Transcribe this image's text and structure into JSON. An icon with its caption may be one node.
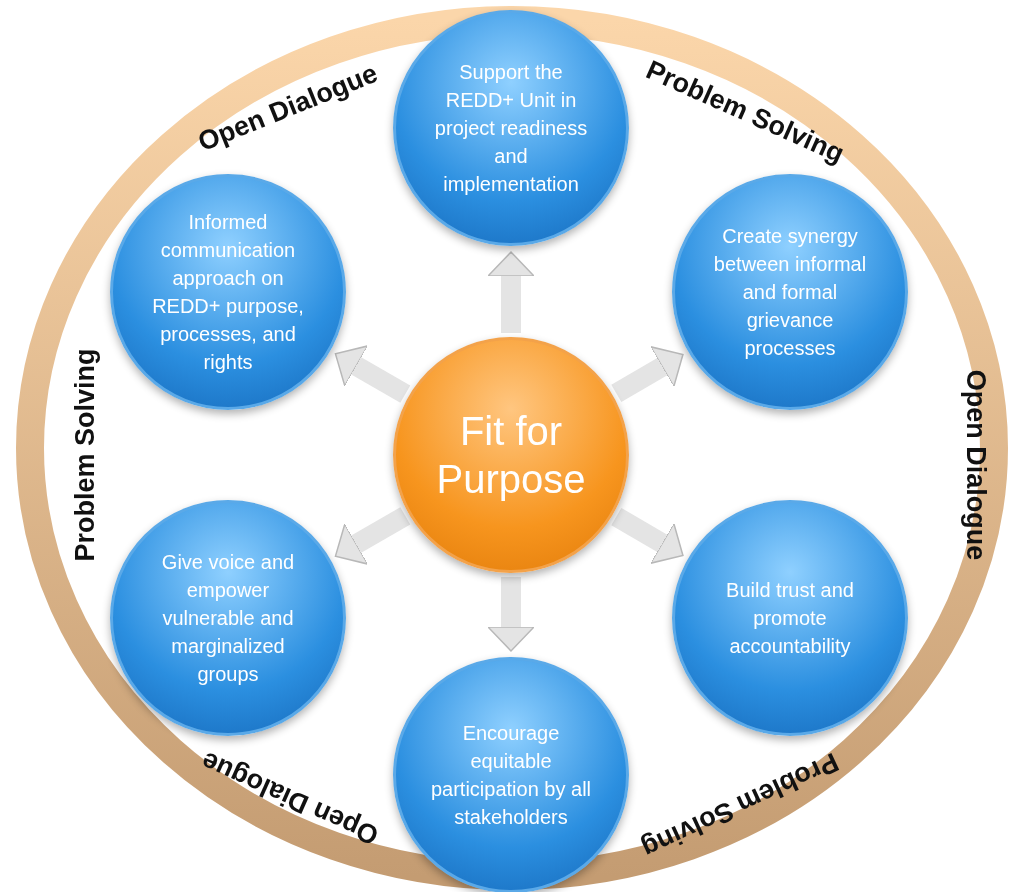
{
  "diagram": {
    "nodes": [
      {
        "text": [
          "Fit for Purpose"
        ]
      },
      {
        "text": [
          "Support the REDD+ Unit in project readiness and implementation"
        ]
      },
      {
        "text": [
          "Informed communication approach on REDD+ purpose, processes, and rights"
        ]
      },
      {
        "text": [
          "Create synergy between informal and formal grievance processes"
        ]
      },
      {
        "text": [
          "Give voice and empower vulnerable and marginalized groups"
        ]
      },
      {
        "text": [
          "Build trust and promote accountability"
        ]
      },
      {
        "text": [
          "Encourage equitable participation by all stakeholders"
        ]
      }
    ],
    "edges": [
      {
        "from": 0,
        "to": 1,
        "arrow": "to"
      },
      {
        "from": 0,
        "to": 2,
        "arrow": "to"
      },
      {
        "from": 0,
        "to": 3,
        "arrow": "to"
      },
      {
        "from": 0,
        "to": 4,
        "arrow": "to"
      },
      {
        "from": 0,
        "to": 5,
        "arrow": "to"
      },
      {
        "from": 0,
        "to": 6,
        "arrow": "to"
      }
    ],
    "labels": [
      "Open Dialogue",
      "Problem Solving",
      "Open Dialogue",
      "Problem Solving",
      "Open Dialogue",
      "Problem Solving"
    ]
  }
}
